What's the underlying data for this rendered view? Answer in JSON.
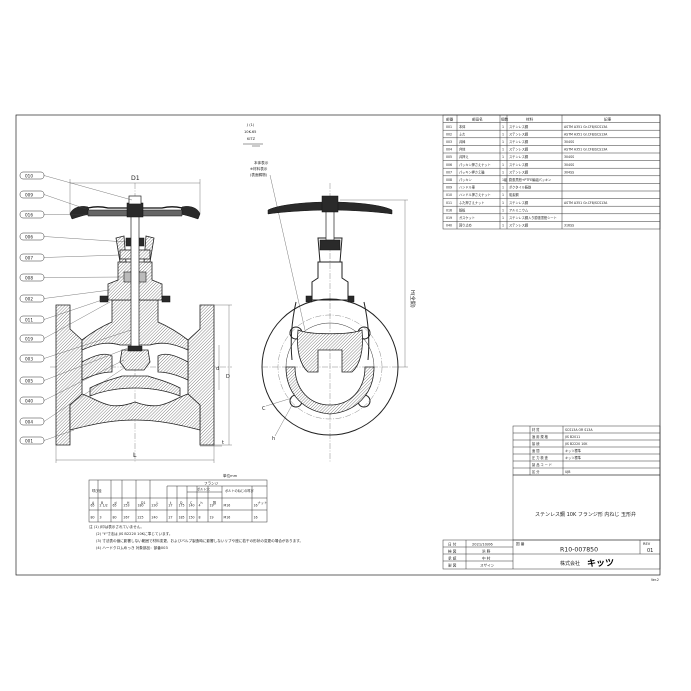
{
  "figure": {
    "marking": {
      "lines": [
        "J (1)",
        "10K-65",
        "KITZ"
      ],
      "caption1": "本体表示",
      "caption2": "※材料表示",
      "caption3": "(表面鋳物)"
    },
    "callouts": [
      "010",
      "009",
      "016",
      "006",
      "007",
      "008",
      "002",
      "011",
      "019",
      "003",
      "005",
      "040",
      "004",
      "001"
    ],
    "dims": {
      "D1": "D1",
      "H": "H(全開)",
      "L": "L",
      "t": "t",
      "d": "d",
      "D": "D",
      "C": "C",
      "h": "h"
    }
  },
  "parts_table": {
    "headers": [
      "部番",
      "部品名",
      "個数",
      "材料",
      "記事"
    ],
    "rows": [
      [
        "001",
        "本体",
        "1",
        "ステンレス鋼",
        "ASTM A351 Gr.CF8/SCS13A"
      ],
      [
        "002",
        "ふた",
        "1",
        "ステンレス鋼",
        "ASTM A351 Gr.CF8/SCS13A"
      ],
      [
        "003",
        "弁棒",
        "1",
        "ステンレス鋼",
        "304SS"
      ],
      [
        "004",
        "弁体",
        "1",
        "ステンレス鋼",
        "ASTM A351 Gr.CF8/SCS13A"
      ],
      [
        "005",
        "弁押え",
        "1",
        "ステンレス鋼",
        "304SS"
      ],
      [
        "006",
        "パッキン押さえナット",
        "1",
        "ステンレス鋼",
        "304SS"
      ],
      [
        "007",
        "パッキン押さえ輪",
        "1",
        "ステンレス鋼",
        "304SS"
      ],
      [
        "008",
        "パッキン",
        "1組",
        "膨張黒鉛+PTFE編組パッキン",
        ""
      ],
      [
        "009",
        "ハンドル車",
        "1",
        "ダクタイル鋳鉄",
        ""
      ],
      [
        "010",
        "ハンドル押さえナット",
        "1",
        "炭素鋼",
        ""
      ],
      [
        "011",
        "ふた押さえナット",
        "1",
        "ステンレス鋼",
        "ASTM A351 Gr.CF8/SCS13A"
      ],
      [
        "016",
        "銘板",
        "1",
        "アルミニウム",
        ""
      ],
      [
        "019",
        "ガスケット",
        "1",
        "ステンレス鋼入り膨張黒鉛シート",
        ""
      ],
      [
        "040",
        "回り止め",
        "1",
        "ステンレス鋼",
        "316SS"
      ]
    ]
  },
  "dimension_table": {
    "unit": "単位mm",
    "group_flange": "フランジ",
    "group_bolt": "ボルト穴",
    "group_bolt_size": "ボルトのねじの呼び",
    "headers": [
      "呼び径",
      "",
      "d",
      "H",
      "D1",
      "L",
      "t",
      "D",
      "C",
      "h",
      "数",
      "ボルトのねじの呼び",
      "ナット"
    ],
    "row_header_a": "A",
    "row_header_b": "B",
    "rows": [
      [
        "65",
        "2 1/2",
        "65",
        "253",
        "180",
        "230",
        "27",
        "175",
        "140",
        "4",
        "19",
        "M16",
        "16"
      ],
      [
        "80",
        "3",
        "80",
        "267",
        "225",
        "240",
        "27",
        "185",
        "150",
        "8",
        "19",
        "M16",
        "16"
      ]
    ]
  },
  "notes": [
    "注 (1) J印は表示されていません。",
    "(2) \"t\"寸法は JIS B2220 10Kに準じています。",
    "(3) 寸法表の値に影響しない範囲で材料変更、およびバルブ製造時に影響しないリブや座に若干の形状の変更の場合があります。",
    "(4) ハードクロムめっき 対象部品：部番003"
  ],
  "spec_table": {
    "rows": [
      [
        "材 質",
        "SCS13A OR S13A"
      ],
      [
        "適 用 規 格",
        "JIS B2011"
      ],
      [
        "接 続",
        "JIS B2220 10K"
      ],
      [
        "面 間",
        "キッツ標準"
      ],
      [
        "圧 力 検 査",
        "キッツ標準"
      ],
      [
        "製 品 コ ー ド",
        ""
      ],
      [
        "区 分",
        "UJB"
      ]
    ],
    "product_title": "ステンレス鋼 10K フランジ形 内ねじ 玉形弁"
  },
  "title_block": {
    "date_label": "日 付",
    "date": "2021/10/06",
    "checked_label": "検 図",
    "checked": "浜 野",
    "approved_label": "承 認",
    "approved": "中 村",
    "drawn_label": "製 図",
    "drawn": "スザイン",
    "drawing_no_label": "図 番",
    "drawing_no": "R10-007850",
    "rev_label": "REV",
    "rev": "01",
    "company_prefix": "株式会社",
    "company": "キッツ",
    "version": "Ver.2"
  },
  "colors": {
    "line": "#222222",
    "background": "#ffffff"
  }
}
